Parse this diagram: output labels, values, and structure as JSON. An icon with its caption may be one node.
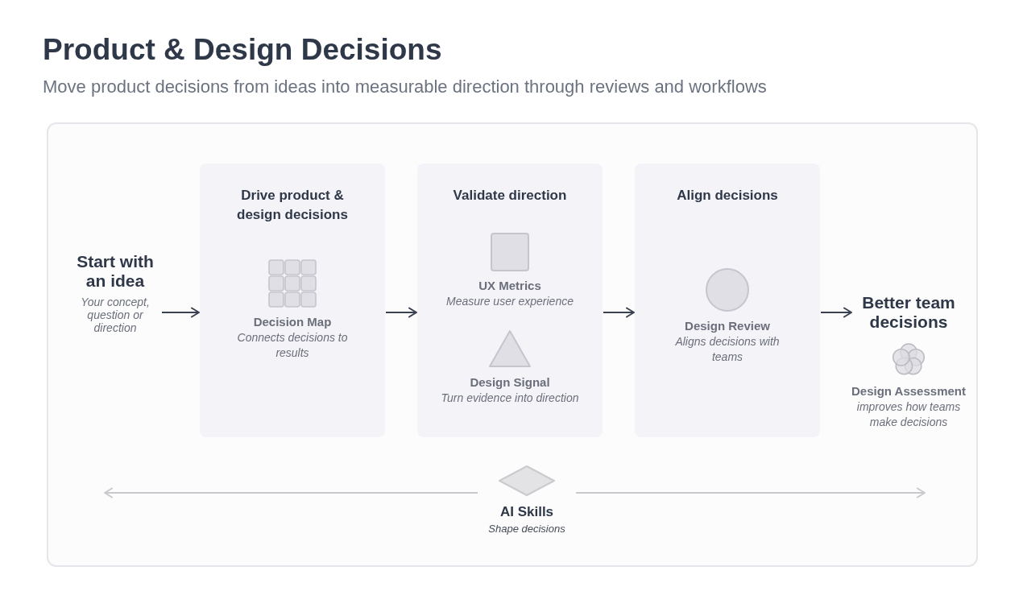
{
  "diagram": {
    "title": "Product & Design Decisions",
    "caption": "Move product decisions from ideas into measurable direction through reviews and workflows",
    "nodes": [
      {
        "text": [
          "Start with an idea",
          "Your concept, question or direction"
        ]
      },
      {
        "text": [
          "Drive product & design decisions"
        ]
      },
      {
        "text": [
          "Decision Map",
          "Connects decisions to results"
        ],
        "in": 1
      },
      {
        "text": [
          "Validate direction"
        ]
      },
      {
        "text": [
          "UX Metrics",
          "Measure user experience"
        ],
        "in": 3
      },
      {
        "text": [
          "Design Signal",
          "Turn evidence into direction"
        ],
        "in": 3
      },
      {
        "text": [
          "Align decisions"
        ]
      },
      {
        "text": [
          "Design Review",
          "Aligns decisions with teams"
        ],
        "in": 6
      },
      {
        "text": [
          "Better team decisions"
        ]
      },
      {
        "text": [
          "Design Assessment",
          "improves how teams make decisions"
        ]
      },
      {
        "text": [
          "AI Skills",
          "Shape decisions"
        ]
      }
    ],
    "edges": [
      {
        "from": 0,
        "to": 1,
        "arrow": "to"
      },
      {
        "from": 1,
        "to": 3,
        "arrow": "to"
      },
      {
        "from": 3,
        "to": 6,
        "arrow": "to"
      },
      {
        "from": 6,
        "to": 8,
        "arrow": "to"
      },
      {
        "from": 10,
        "to": null,
        "arrow": "to",
        "color": "#c8c8cd"
      },
      {
        "from": 10,
        "to": null,
        "arrow": "to",
        "color": "#c8c8cd"
      }
    ]
  }
}
